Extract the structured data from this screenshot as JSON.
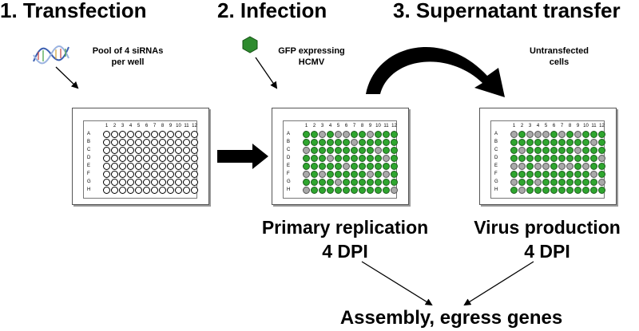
{
  "steps": [
    {
      "heading": "1. Transfection",
      "note": [
        "Pool of 4 siRNAs",
        "per well"
      ]
    },
    {
      "heading": "2. Infection",
      "note": [
        "GFP expressing",
        "HCMV"
      ]
    },
    {
      "heading": "3. Supernatant transfer",
      "note": [
        "Untransfected",
        "cells"
      ]
    }
  ],
  "outcomes": [
    {
      "title": "Primary replication",
      "value": "4 DPI"
    },
    {
      "title": "Virus production",
      "value": "4 DPI"
    }
  ],
  "conclusion": "Assembly, egress genes",
  "plate": {
    "columns": [
      "1",
      "2",
      "3",
      "4",
      "5",
      "6",
      "7",
      "8",
      "9",
      "10",
      "11",
      "12"
    ],
    "rows": [
      "A",
      "B",
      "C",
      "D",
      "E",
      "F",
      "G",
      "H"
    ]
  },
  "plates": [
    {
      "state": "empty",
      "wells": [
        "000000000000",
        "000000000000",
        "000000000000",
        "000000000000",
        "000000000000",
        "000000000000",
        "000000000000",
        "000000000000"
      ]
    },
    {
      "state": "infected",
      "wells": [
        "GGXGXXGGXGGG",
        "GGGGGGXGGGGG",
        "XGGGGGGGGXGG",
        "GGGXGGGGGGXG",
        "GGGGGXGGGGGG",
        "XGXGGGGGXGXG",
        "GGGGXGGGGGGG",
        "XGGGGGGGGGGX"
      ]
    },
    {
      "state": "transfer",
      "wells": [
        "XGXXXGXGXGGG",
        "GGGGGGGGGGXG",
        "GXGGGGGGXGGG",
        "GGGGGGGGGGGX",
        "XXGXXGXXGXGG",
        "GGGGGGGGGGXG",
        "XGGXGGGGGGGX",
        "GXGGGGGGGGGG"
      ]
    }
  ],
  "colors": {
    "green": "#2fa62f",
    "gray": "#a9a9a9"
  }
}
